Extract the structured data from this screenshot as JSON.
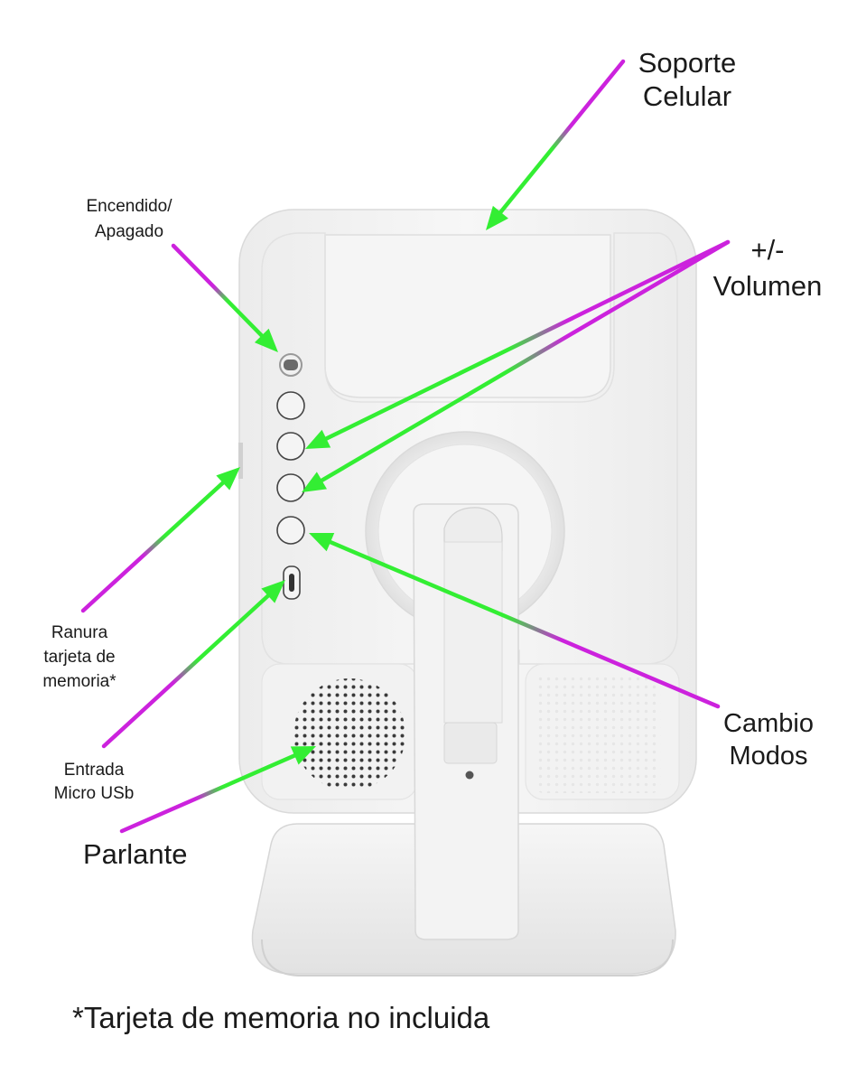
{
  "labels": {
    "soporte_line1": "Soporte",
    "soporte_line2": "Celular",
    "encendido_line1": "Encendido/",
    "encendido_line2": "Apagado",
    "volumen_line1": "+/-",
    "volumen_line2": "Volumen",
    "ranura_line1": "Ranura",
    "ranura_line2": "tarjeta de",
    "ranura_line3": "memoria*",
    "entrada_line1": "Entrada",
    "entrada_line2": "Micro USb",
    "cambio_line1": "Cambio",
    "cambio_line2": "Modos",
    "parlante": "Parlante"
  },
  "footnote": "*Tarjeta de memoria no incluida",
  "colors": {
    "arrow_head": "#33ee33",
    "arrow_tail": "#cc22dd",
    "device_body": "#f4f4f4",
    "device_shadow": "#dcdcdc",
    "text": "#1a1a1a"
  }
}
